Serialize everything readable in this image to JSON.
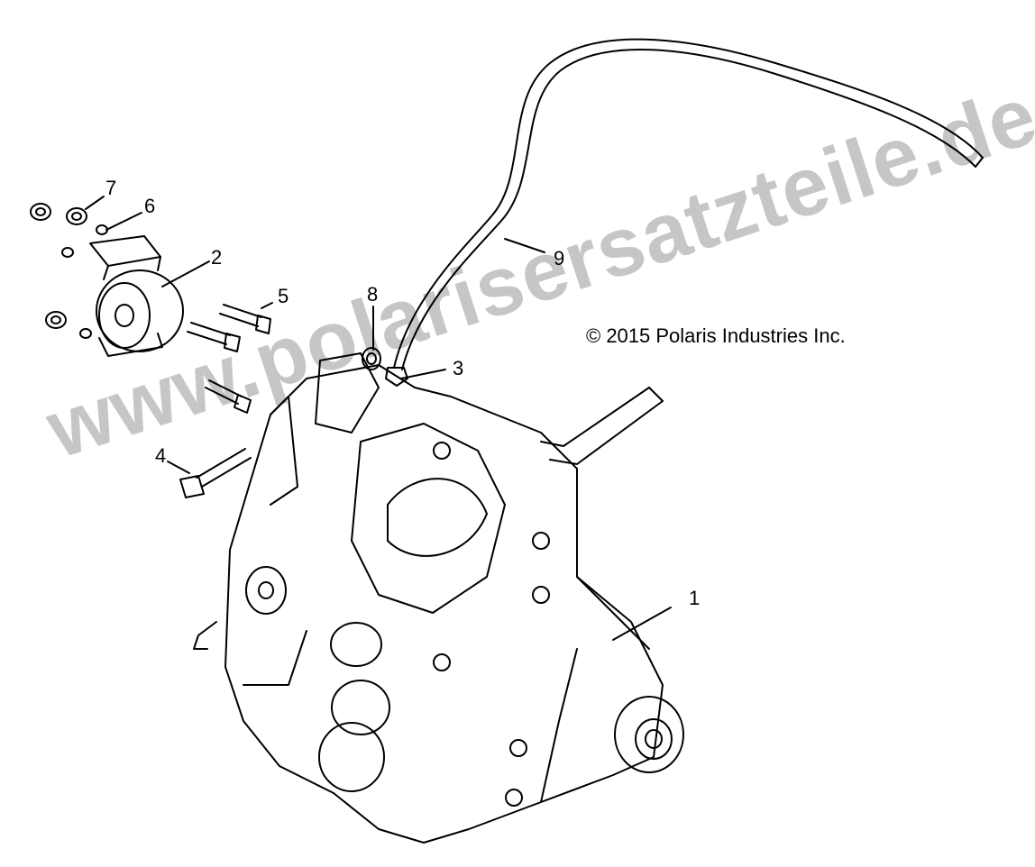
{
  "callouts": {
    "c1": "1",
    "c2": "2",
    "c3": "3",
    "c4": "4",
    "c5": "5",
    "c6": "6",
    "c7": "7",
    "c8": "8",
    "c9": "9"
  },
  "copyright": "© 2015 Polaris Industries Inc.",
  "watermark": "www.polarisersatzteile.de"
}
